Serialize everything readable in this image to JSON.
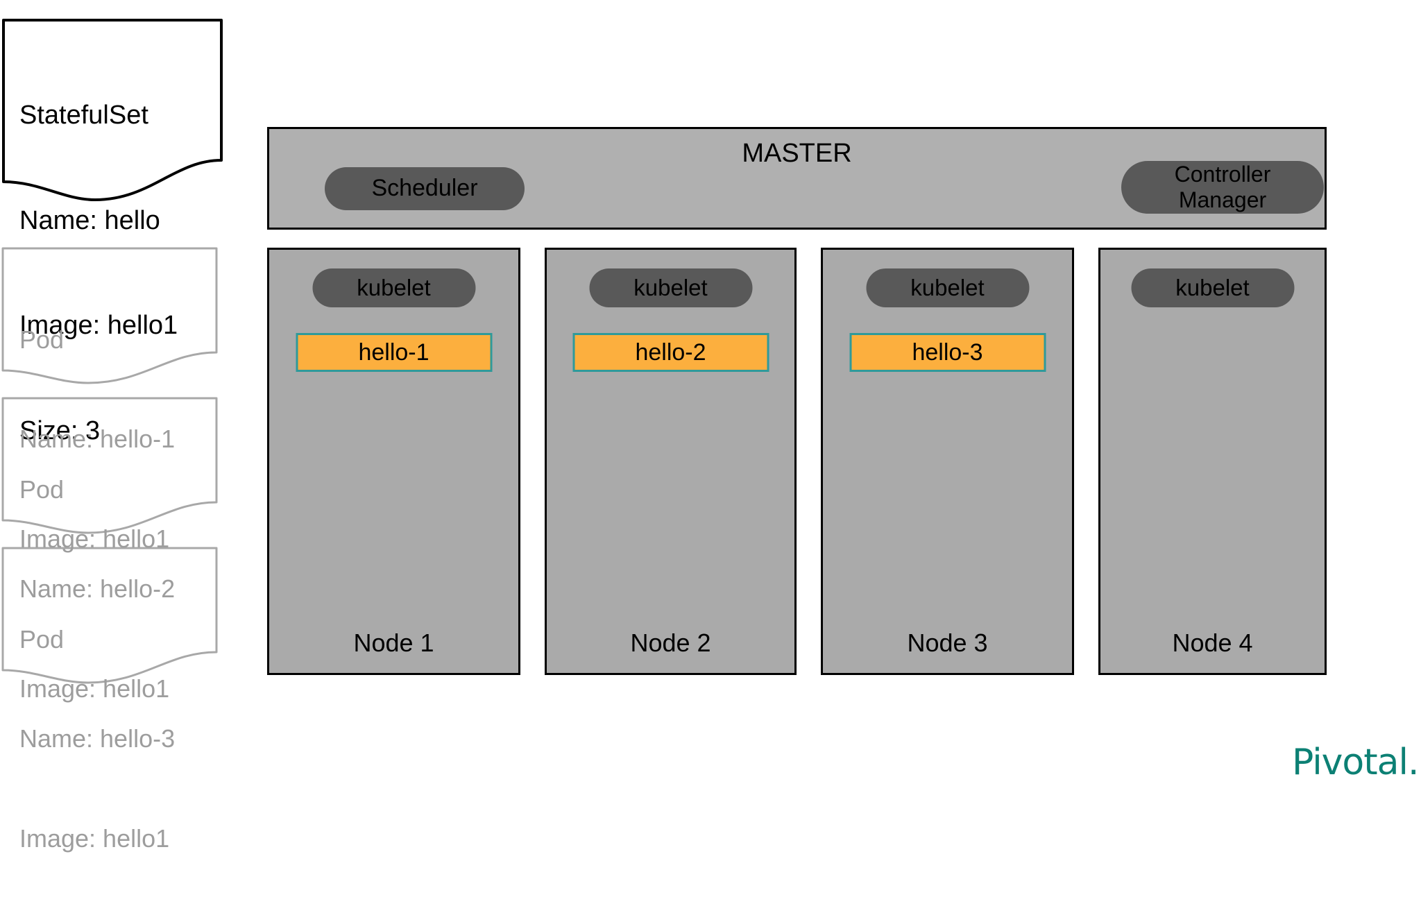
{
  "statefulset_card": {
    "kind": "StatefulSet",
    "lines": [
      "StatefulSet",
      "Name: hello",
      "Image: hello1",
      "Size: 3"
    ]
  },
  "pod_cards": [
    {
      "lines": [
        "Pod",
        "Name: hello-1",
        "Image: hello1"
      ]
    },
    {
      "lines": [
        "Pod",
        "Name: hello-2",
        "Image: hello1"
      ]
    },
    {
      "lines": [
        "Pod",
        "Name: hello-3",
        "Image: hello1"
      ]
    }
  ],
  "master": {
    "title": "MASTER",
    "scheduler_label": "Scheduler",
    "controller_manager_line1": "Controller",
    "controller_manager_line2": "Manager"
  },
  "nodes": [
    {
      "label": "Node 1",
      "kubelet_label": "kubelet",
      "pod_label": "hello-1",
      "has_pod": true
    },
    {
      "label": "Node 2",
      "kubelet_label": "kubelet",
      "pod_label": "hello-2",
      "has_pod": true
    },
    {
      "label": "Node 3",
      "kubelet_label": "kubelet",
      "pod_label": "hello-3",
      "has_pod": true
    },
    {
      "label": "Node 4",
      "kubelet_label": "kubelet",
      "pod_label": "",
      "has_pod": false
    }
  ],
  "brand": {
    "name": "Pivotal."
  },
  "colors": {
    "master_panel": "#b0b0b0",
    "node_panel": "#aaaaaa",
    "pill_dark": "#595959",
    "pod_orange": "#fcaf3e",
    "pod_border_teal": "#2f9a9a",
    "pod_card_gray": "#9d9d9d",
    "brand_teal": "#0c8074"
  }
}
